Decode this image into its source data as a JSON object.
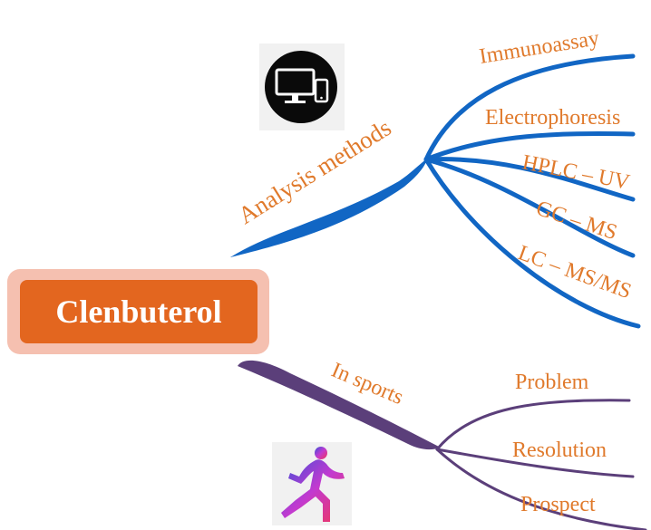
{
  "center": {
    "label": "Clenbuterol"
  },
  "branches": [
    {
      "label": "Analysis methods",
      "color": "#1166c4",
      "icon": "computer-devices-icon",
      "children": [
        "Immunoassay",
        "Electrophoresis",
        "HPLC – UV",
        "GC – MS",
        "LC – MS/MS"
      ]
    },
    {
      "label": "In sports",
      "color": "#5b3f7a",
      "icon": "sprinter-icon",
      "children": [
        "Problem",
        "Resolution",
        "Prospect"
      ]
    }
  ],
  "colors": {
    "label": "#e07a2c",
    "center_fill": "#e3661f",
    "center_halo": "#f5c0b0",
    "center_text": "#ffffff"
  }
}
